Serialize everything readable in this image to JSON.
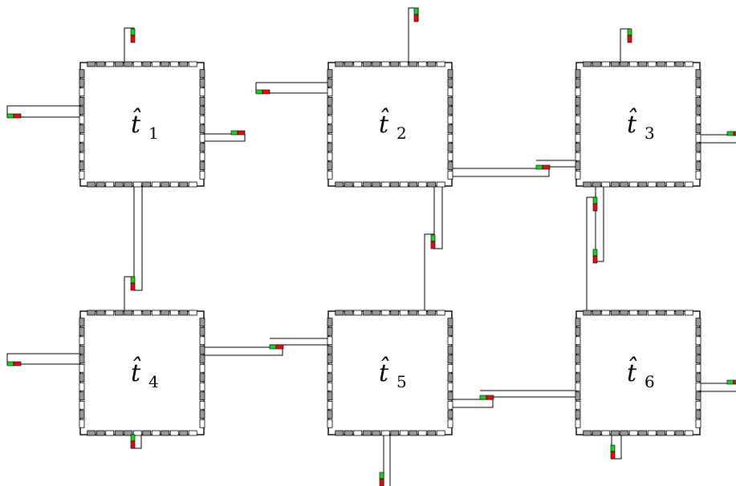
{
  "diagram": {
    "tiles": [
      {
        "id": "t1",
        "symbol": "t̂",
        "subscript": "1"
      },
      {
        "id": "t2",
        "symbol": "t̂",
        "subscript": "2"
      },
      {
        "id": "t3",
        "symbol": "t̂",
        "subscript": "3"
      },
      {
        "id": "t4",
        "symbol": "t̂",
        "subscript": "4"
      },
      {
        "id": "t5",
        "symbol": "t̂",
        "subscript": "5"
      },
      {
        "id": "t6",
        "symbol": "t̂",
        "subscript": "6"
      }
    ],
    "colors": {
      "tile_border": "#000000",
      "port_gray": "#999999",
      "port_white": "#ffffff",
      "marker_green": "#22cc22",
      "marker_red": "#dd1111",
      "background": "#ffffff"
    }
  }
}
